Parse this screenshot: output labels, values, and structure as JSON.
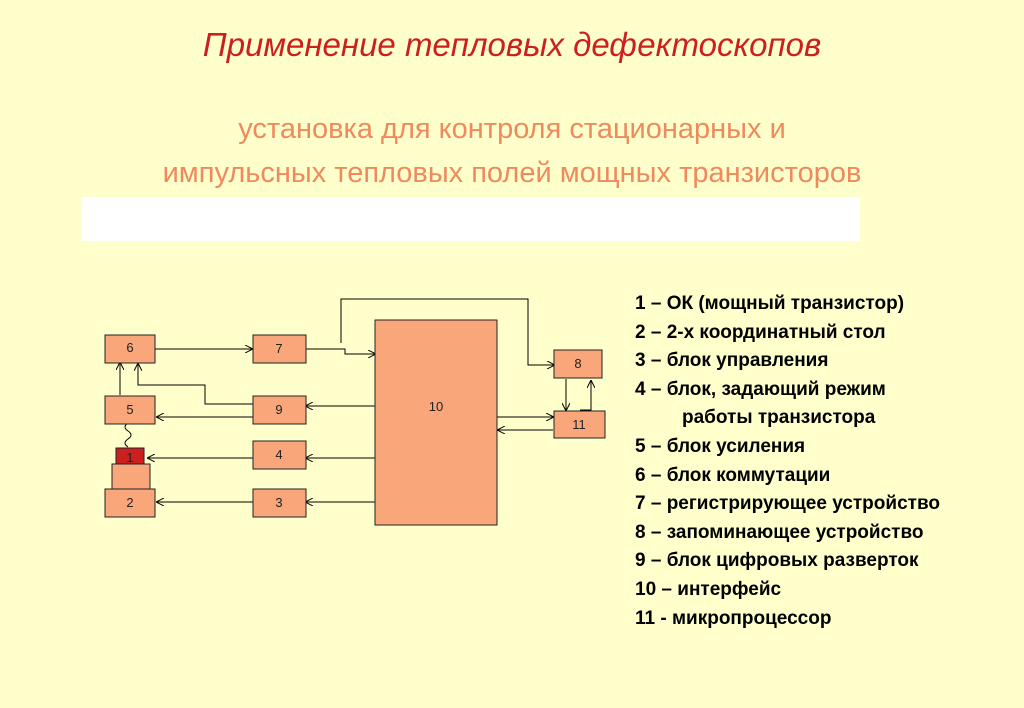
{
  "title": "Применение тепловых дефектоскопов",
  "subtitle": {
    "line1": "установка для контроля стационарных и",
    "line2": "импульсных тепловых полей мощных транзисторов"
  },
  "colors": {
    "background": "#ffffcc",
    "title": "#cc1f1f",
    "subtitle": "#f08a5d",
    "block_fill": "#f9a77a",
    "transistor_fill": "#cc1f1f"
  },
  "blocks": {
    "b1": "1",
    "b2": "2",
    "b3": "3",
    "b4": "4",
    "b5": "5",
    "b6": "6",
    "b7": "7",
    "b8": "8",
    "b9": "9",
    "b10": "10",
    "b11": "11"
  },
  "legend": [
    "1 – ОК (мощный транзистор)",
    "2 – 2-х координатный стол",
    "3 – блок управления",
    "4 – блок, задающий режим",
    "работы транзистора",
    "5 – блок усиления",
    "6 – блок коммутации",
    "7 – регистрирующее устройство",
    "8 – запоминающее устройство",
    "9 – блок цифровых разверток",
    "10 – интерфейс",
    "11 - микропроцессор"
  ]
}
